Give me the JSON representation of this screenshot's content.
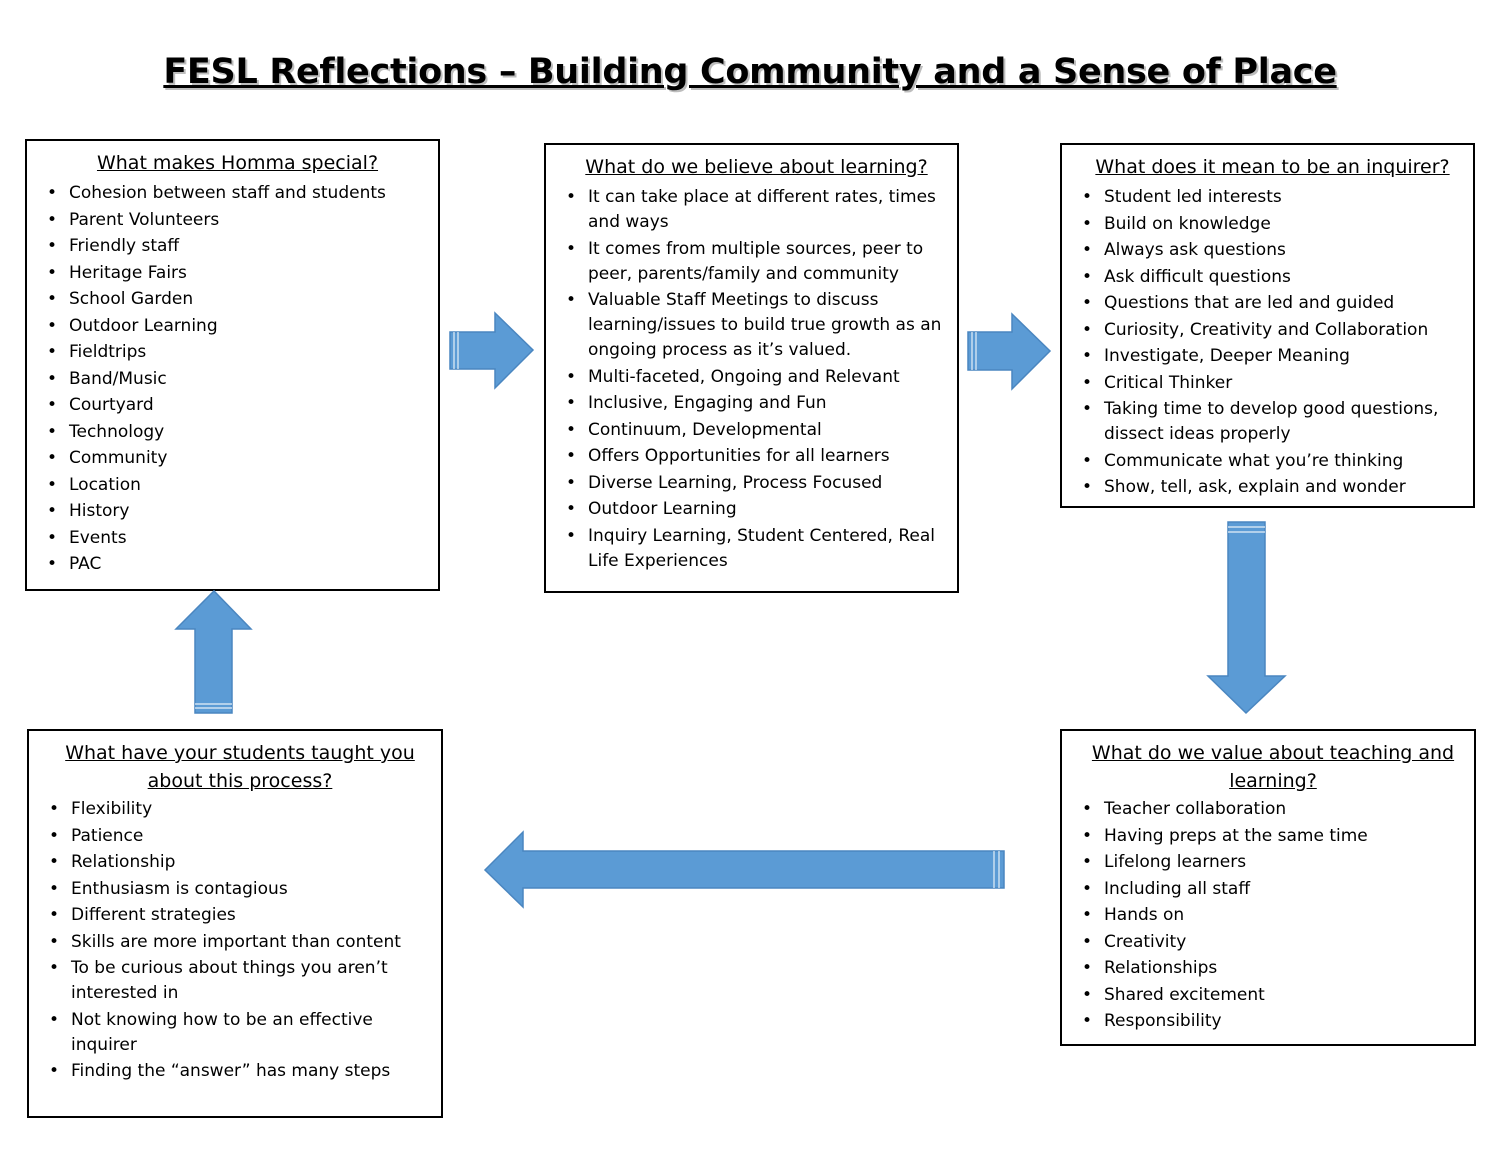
{
  "title": "FESL Reflections – Building Community and a Sense of Place",
  "boxes": {
    "special": {
      "heading": "What makes Homma special?",
      "items": [
        "Cohesion between staff and students",
        "Parent Volunteers",
        "Friendly staff",
        "Heritage Fairs",
        "School Garden",
        "Outdoor Learning",
        "Fieldtrips",
        "Band/Music",
        "Courtyard",
        "Technology",
        "Community",
        "Location",
        "History",
        "Events",
        "PAC"
      ]
    },
    "believe": {
      "heading": "What do we believe about learning?",
      "items": [
        "It can take place at different rates, times and ways",
        "It comes from multiple sources, peer to peer, parents/family and community",
        "Valuable Staff Meetings to discuss learning/issues to build true growth as an ongoing process as it’s valued.",
        "Multi-faceted, Ongoing and Relevant",
        "Inclusive, Engaging and Fun",
        "Continuum, Developmental",
        "Offers Opportunities for all learners",
        "Diverse Learning, Process Focused",
        "Outdoor Learning",
        "Inquiry Learning, Student Centered, Real Life Experiences"
      ]
    },
    "inquirer": {
      "heading": "What does it mean to be an inquirer?",
      "items": [
        "Student led interests",
        "Build on knowledge",
        "Always ask questions",
        "Ask difficult questions",
        "Questions that are led and guided",
        "Curiosity, Creativity and Collaboration",
        "Investigate, Deeper Meaning",
        "Critical Thinker",
        "Taking time to develop good questions, dissect ideas properly",
        "Communicate what you’re thinking",
        "Show, tell, ask, explain and wonder"
      ]
    },
    "value": {
      "heading": "What do we value about teaching and learning?",
      "items": [
        "Teacher collaboration",
        "Having preps at the same time",
        "Lifelong learners",
        "Including all staff",
        "Hands on",
        "Creativity",
        "Relationships",
        "Shared excitement",
        "Responsibility"
      ]
    },
    "students": {
      "heading": "What have your students taught you about this process?",
      "items": [
        "Flexibility",
        "Patience",
        "Relationship",
        "Enthusiasm is contagious",
        "Different strategies",
        "Skills are more important than content",
        "To be curious about things you aren’t interested in",
        "Not knowing how to be an effective inquirer",
        "Finding the “answer” has many steps"
      ]
    }
  },
  "colors": {
    "arrow_fill": "#5b9bd5",
    "arrow_stroke": "#4a86c0"
  }
}
